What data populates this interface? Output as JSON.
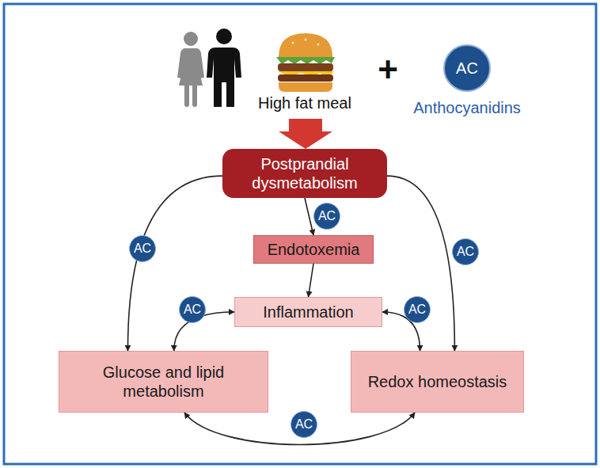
{
  "diagram": {
    "nodes": [
      {
        "text": [
          "AC",
          "Anthocyanidins"
        ]
      },
      {
        "text": [
          "Postprandial dysmetabolism"
        ]
      },
      {
        "text": [
          "Endotoxemia"
        ]
      },
      {
        "text": [
          "Inflammation"
        ]
      },
      {
        "text": [
          "Glucose and lipid metabolism"
        ]
      },
      {
        "text": [
          "Redox homeostasis"
        ]
      }
    ],
    "edges": [
      {
        "from": 1,
        "to": 2,
        "arrow": "to",
        "label": "AC"
      },
      {
        "from": 2,
        "to": 3,
        "arrow": "to"
      },
      {
        "from": 1,
        "to": 4,
        "arrow": "to",
        "label": "AC"
      },
      {
        "from": 1,
        "to": 5,
        "arrow": "to",
        "label": "AC"
      },
      {
        "from": 3,
        "to": 4,
        "arrow": "both",
        "label": "AC"
      },
      {
        "from": 3,
        "to": 5,
        "arrow": "both",
        "label": "AC"
      },
      {
        "from": 4,
        "to": 5,
        "arrow": "both",
        "label": "AC"
      }
    ],
    "labels": [
      "High fat meal",
      "+"
    ]
  }
}
